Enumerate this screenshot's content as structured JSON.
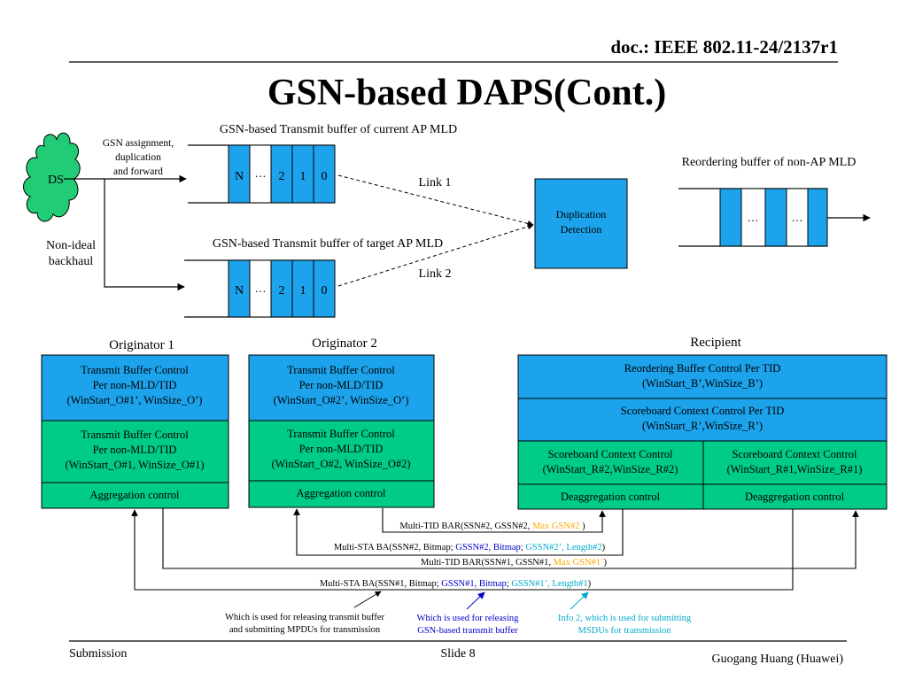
{
  "header": {
    "doc_label": "doc.: IEEE 802.11-24/2137r1"
  },
  "title": "GSN-based DAPS(Cont.)",
  "colors": {
    "blue": "#1CA3EC",
    "green": "#00CC88",
    "box_border": "#000000",
    "gsn_blue": "#0000CC",
    "orange": "#FFA500",
    "cyan": "#00AACC"
  },
  "top": {
    "ds": "DS",
    "gsn_assign": [
      "GSN assignment,",
      "duplication",
      "and forward"
    ],
    "non_ideal": [
      "Non-ideal",
      "backhaul"
    ],
    "buffer_current_label": "GSN-based Transmit buffer of current AP MLD",
    "buffer_target_label": "GSN-based Transmit buffer of target AP MLD",
    "buffer_cells": [
      "N",
      "…",
      "2",
      "1",
      "0"
    ],
    "link1": "Link 1",
    "link2": "Link 2",
    "dup_detection": [
      "Duplication",
      "Detection"
    ],
    "reorder_label": "Reordering buffer of non-AP MLD",
    "reorder_cells": [
      "…",
      "…"
    ]
  },
  "originator1": {
    "heading": "Originator 1",
    "tbc1": [
      "Transmit Buffer Control",
      "Per non-MLD/TID",
      "(WinStart_O#1’, WinSize_O’)"
    ],
    "tbc2": [
      "Transmit Buffer Control",
      "Per non-MLD/TID",
      "(WinStart_O#1, WinSize_O#1)"
    ],
    "agg": "Aggregation control"
  },
  "originator2": {
    "heading": "Originator 2",
    "tbc1": [
      "Transmit Buffer Control",
      "Per non-MLD/TID",
      "(WinStart_O#2’, WinSize_O’)"
    ],
    "tbc2": [
      "Transmit Buffer Control",
      "Per non-MLD/TID",
      "(WinStart_O#2, WinSize_O#2)"
    ],
    "agg": "Aggregation control"
  },
  "recipient": {
    "heading": "Recipient",
    "reorder_ctrl": [
      "Reordering Buffer Control Per TID",
      "(WinStart_B’,WinSize_B’)"
    ],
    "score_ctrl": [
      "Scoreboard Context Control Per TID",
      "(WinStart_R’,WinSize_R’)"
    ],
    "score_left": [
      "Scoreboard Context Control",
      "(WinStart_R#2,WinSize_R#2)"
    ],
    "score_right": [
      "Scoreboard Context Control",
      "(WinStart_R#1,WinSize_R#1)"
    ],
    "deagg_left": "Deaggregation control",
    "deagg_right": "Deaggregation control"
  },
  "frames": {
    "f1": {
      "a": "Multi-TID BAR(SSN#2, GSSN#2, ",
      "b": "Max GSN#2 ",
      "c": ")"
    },
    "f2": {
      "a": "Multi-STA BA(SSN#2, Bitmap; ",
      "b": "GSSN#2, Bitmap",
      "c": "; ",
      "d": "GSSN#2’, Length#2",
      "e": ")"
    },
    "f3": {
      "a": "Multi-TID BAR(SSN#1, GSSN#1, ",
      "b": "Max GSN#1’",
      "c": ")"
    },
    "f4": {
      "a": "Multi-STA BA(SSN#1, Bitmap; ",
      "b": "GSSN#1, Bitmap",
      "c": "; ",
      "d": "GSSN#1’, Length#1",
      "e": ")"
    }
  },
  "notes": {
    "black": [
      "Which is used for releasing transmit buffer",
      "and submitting MPDUs for transmission"
    ],
    "blue": [
      "Which is used for releasing",
      "GSN-based transmit buffer"
    ],
    "cyan": [
      "Info 2, which is used for submitting",
      "MSDUs for transmission"
    ]
  },
  "footer": {
    "submission": "Submission",
    "slide": "Slide 8",
    "author": "Guogang Huang (Huawei)"
  }
}
